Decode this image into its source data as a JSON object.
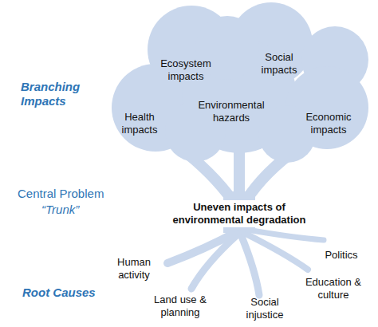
{
  "diagram": {
    "nodes": [
      {
        "text": [
          "Ecosystem impacts",
          "Social impacts",
          "Health impacts",
          "Environmental hazards",
          "Economic impacts"
        ]
      }
    ],
    "labels": [
      "Branching Impacts",
      "Central Problem",
      "“Trunk”",
      "Uneven impacts of environmental degradation",
      "Root Causes",
      "Human activity",
      "Land use & planning",
      "Social injustice",
      "Politics",
      "Education & culture"
    ]
  }
}
